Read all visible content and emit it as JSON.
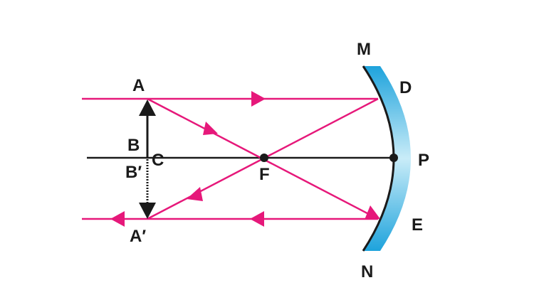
{
  "diagram": {
    "title": "Concave mirror: object at C, image at C (real, inverted, same size)",
    "colors": {
      "ray": "#e6187a",
      "axis": "#1a1a1a",
      "mirror_light": "#c9ecf8",
      "mirror_dark": "#1ea3dc",
      "object": "#1a1a1a"
    },
    "labels": {
      "A": "A",
      "A_prime": "A′",
      "B": "B",
      "B_prime": "B′",
      "C": "C",
      "F": "F",
      "P": "P",
      "M": "M",
      "N": "N",
      "D": "D",
      "E": "E"
    }
  }
}
